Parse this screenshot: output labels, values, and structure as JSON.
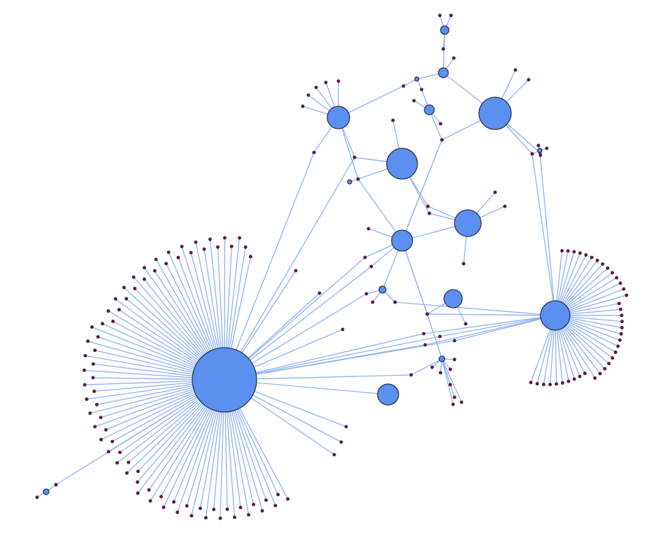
{
  "graph": {
    "title": "",
    "colors": {
      "node": "#5b8ff0",
      "node_stroke": "#2b3550",
      "leaf": "#6a1a3a",
      "edge": "#8fb2f3"
    },
    "hubs": [
      {
        "id": "H0",
        "leaf_count": 75,
        "size": 46
      },
      {
        "id": "H1",
        "leaf_count": 38,
        "size": 21
      },
      {
        "id": "H2",
        "size": 16
      },
      {
        "id": "H3",
        "size": 23
      },
      {
        "id": "H4",
        "size": 22
      },
      {
        "id": "H5",
        "size": 19
      },
      {
        "id": "H6",
        "size": 15
      },
      {
        "id": "H7",
        "size": 13
      },
      {
        "id": "H8",
        "size": 15
      },
      {
        "id": "S1",
        "size": 6
      },
      {
        "id": "S2",
        "size": 7
      },
      {
        "id": "S3",
        "size": 3
      },
      {
        "id": "S4",
        "size": 7
      },
      {
        "id": "S5",
        "size": 5
      },
      {
        "id": "S6",
        "size": 4
      },
      {
        "id": "S7",
        "size": 4
      },
      {
        "id": "S8",
        "size": 3
      },
      {
        "id": "S9",
        "size": 3
      }
    ]
  }
}
